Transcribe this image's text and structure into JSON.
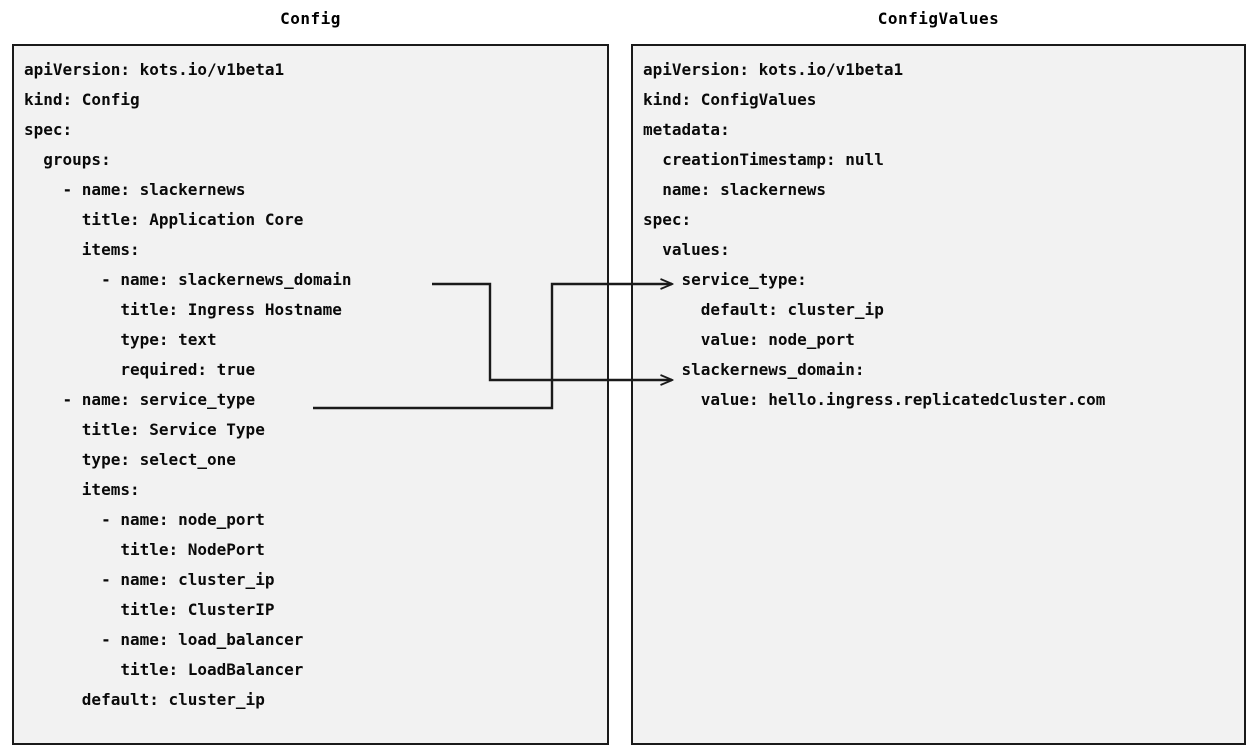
{
  "diagram": {
    "type": "yaml-mapping-diagram",
    "background_color": "#ffffff",
    "panel_fill_color": "#f2f2f2",
    "panel_border_color": "#1a1a1a",
    "text_color": "#0a0a0a",
    "connector_color": "#1a1a1a"
  },
  "panels": {
    "left": {
      "title": "Config",
      "lines": [
        "apiVersion: kots.io/v1beta1",
        "kind: Config",
        "spec:",
        "  groups:",
        "    - name: slackernews",
        "      title: Application Core",
        "      items:",
        "        - name: slackernews_domain",
        "          title: Ingress Hostname",
        "          type: text",
        "          required: true",
        "    - name: service_type",
        "      title: Service Type",
        "      type: select_one",
        "      items:",
        "        - name: node_port",
        "          title: NodePort",
        "        - name: cluster_ip",
        "          title: ClusterIP",
        "        - name: load_balancer",
        "          title: LoadBalancer",
        "      default: cluster_ip"
      ]
    },
    "right": {
      "title": "ConfigValues",
      "lines": [
        "apiVersion: kots.io/v1beta1",
        "kind: ConfigValues",
        "metadata:",
        "  creationTimestamp: null",
        "  name: slackernews",
        "spec:",
        "  values:",
        "    service_type:",
        "      default: cluster_ip",
        "      value: node_port",
        "    slackernews_domain:",
        "      value: hello.ingress.replicatedcluster.com"
      ]
    }
  },
  "connectors": [
    {
      "id": "slackernews-domain-link",
      "from_label": "- name: slackernews_domain",
      "to_label": "slackernews_domain:",
      "arrow": "open-triangle"
    },
    {
      "id": "service-type-link",
      "from_label": "- name: service_type",
      "to_label": "service_type:",
      "arrow": "open-triangle"
    }
  ]
}
